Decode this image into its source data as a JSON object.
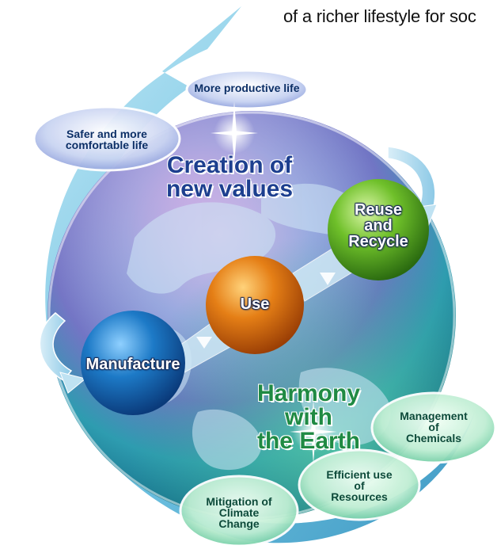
{
  "header_text": "of a richer lifestyle for soc",
  "headings": {
    "creation": [
      "Creation of",
      "new values"
    ],
    "harmony": [
      "Harmony with",
      "the Earth"
    ]
  },
  "value_ovals": {
    "productive": [
      "More productive life"
    ],
    "safer": [
      "Safer and more",
      "comfortable life"
    ]
  },
  "spheres": {
    "reuse": [
      "Reuse",
      "and",
      "Recycle"
    ],
    "use": [
      "Use"
    ],
    "manufacture": [
      "Manufacture"
    ]
  },
  "earth_ovals": {
    "chemicals": [
      "Management",
      "of",
      "Chemicals"
    ],
    "resources": [
      "Efficient use",
      "of",
      "Resources"
    ],
    "climate": [
      "Mitigation of",
      "Climate",
      "Change"
    ]
  },
  "colors": {
    "creation_heading": "#1d3f8f",
    "harmony_heading": "#1f8a43",
    "manufacture_sphere": "#1d6fb8",
    "use_sphere": "#e07a1a",
    "reuse_sphere": "#6cbf2b"
  }
}
